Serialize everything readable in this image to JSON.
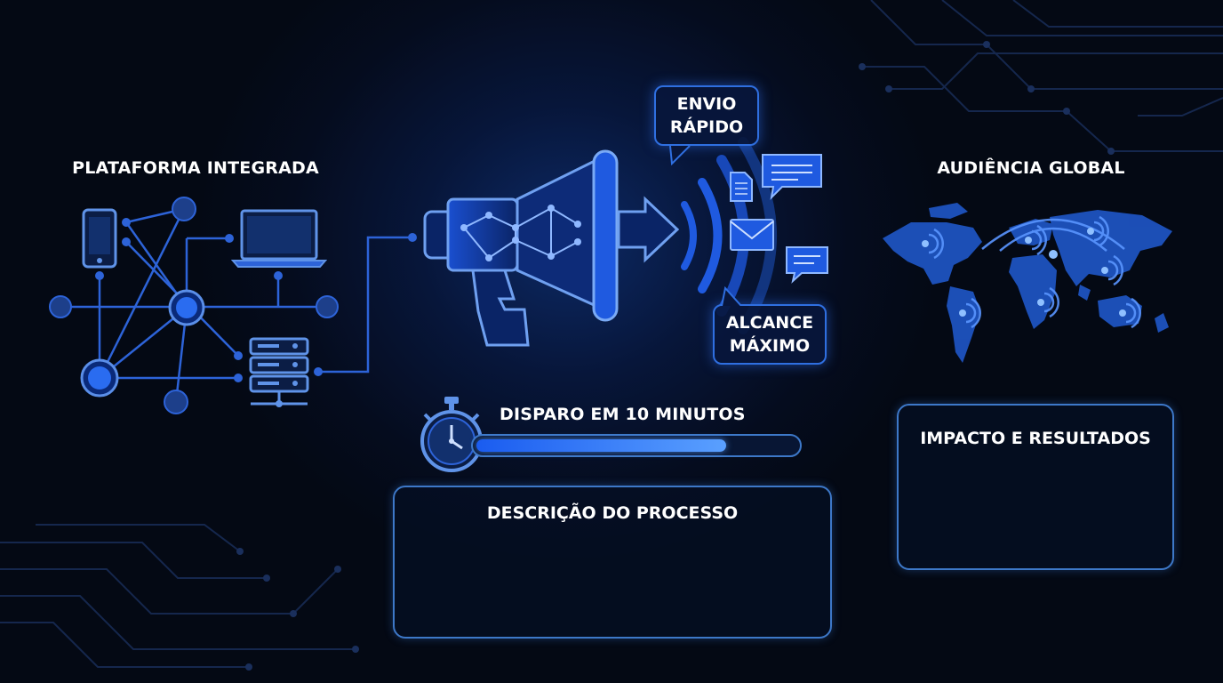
{
  "platform": {
    "title": "PLATAFORMA INTEGRADA"
  },
  "megaphone": {
    "bubble_top_line1": "ENVIO",
    "bubble_top_line2": "RÁPIDO",
    "bubble_bottom_line1": "ALCANCE",
    "bubble_bottom_line2": "MÁXIMO"
  },
  "timer": {
    "label": "DISPARO EM 10 MINUTOS",
    "progress": 0.78
  },
  "audience": {
    "title": "AUDIÊNCIA GLOBAL"
  },
  "panels": {
    "process_title": "DESCRIÇÃO DO PROCESSO",
    "impact_title": "IMPACTO E RESULTADOS"
  },
  "colors": {
    "accent": "#2f7bff",
    "line": "#2d63d8",
    "panel_border": "#3d78c8",
    "background": "#050c1e"
  },
  "icons": [
    "smartphone-icon",
    "laptop-icon",
    "server-icon",
    "megaphone-icon",
    "stopwatch-icon",
    "world-map-icon",
    "chat-bubble-icon",
    "envelope-icon",
    "document-icon"
  ]
}
